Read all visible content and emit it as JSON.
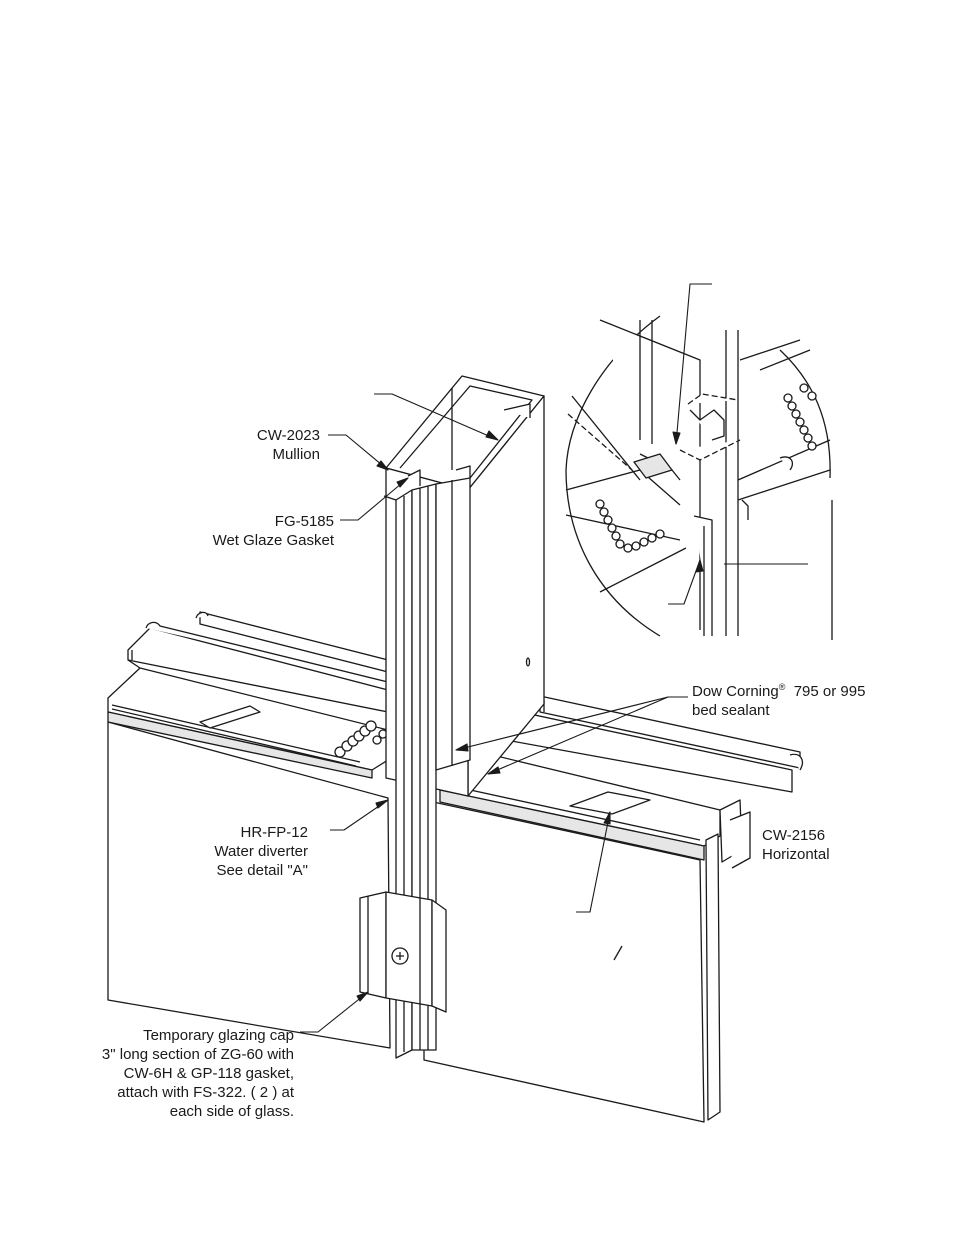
{
  "callouts": {
    "mullion": {
      "lines": [
        "CW-2023",
        "Mullion"
      ]
    },
    "gasket": {
      "lines": [
        "FG-5185",
        "Wet Glaze Gasket"
      ]
    },
    "sealant": {
      "brand": "Dow Corning",
      "mark": "®",
      "rest": "  795 or 995",
      "line2": "bed sealant"
    },
    "horizontal": {
      "lines": [
        "CW-2156",
        "Horizontal"
      ]
    },
    "diverter": {
      "lines": [
        "HR-FP-12",
        "Water diverter",
        "See detail \"A\""
      ]
    },
    "cap": {
      "lines": [
        "Temporary  glazing cap",
        "3\" long section of ZG-60 with",
        "CW-6H & GP-118  gasket,",
        "attach with FS-322. ( 2 ) at",
        "each side of glass."
      ]
    }
  },
  "colors": {
    "line": "#1a1a1a",
    "metal": "#ffffff",
    "shade": "#e6e6e6",
    "glass": "#ffffff"
  }
}
